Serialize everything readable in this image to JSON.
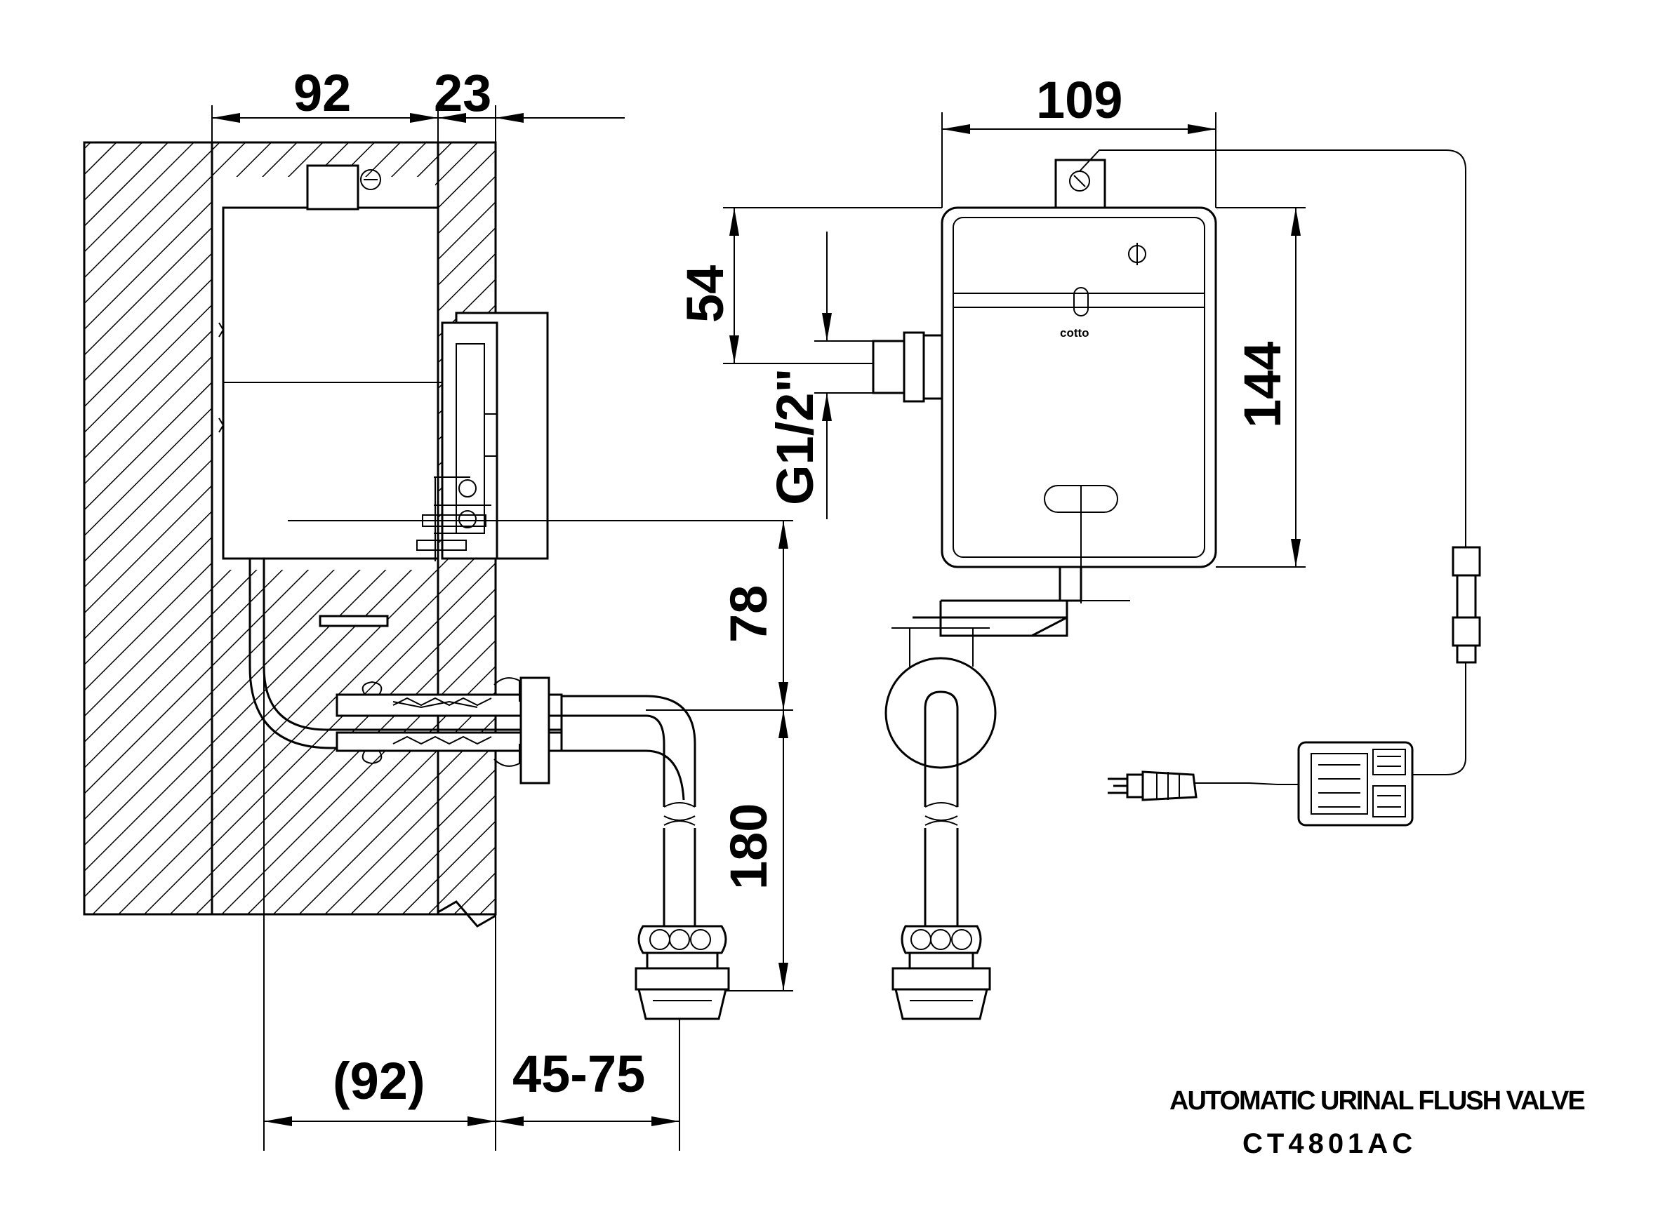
{
  "dimensions": {
    "d92_top": "92",
    "d23": "23",
    "d109": "109",
    "d54": "54",
    "g12": "G1/2\"",
    "d144": "144",
    "d78": "78",
    "d180": "180",
    "d92_bottom": "(92)",
    "d4575": "45-75"
  },
  "brand_label": "cotto",
  "title": {
    "product": "AUTOMATIC URINAL FLUSH VALVE",
    "model": "CT4801AC"
  }
}
